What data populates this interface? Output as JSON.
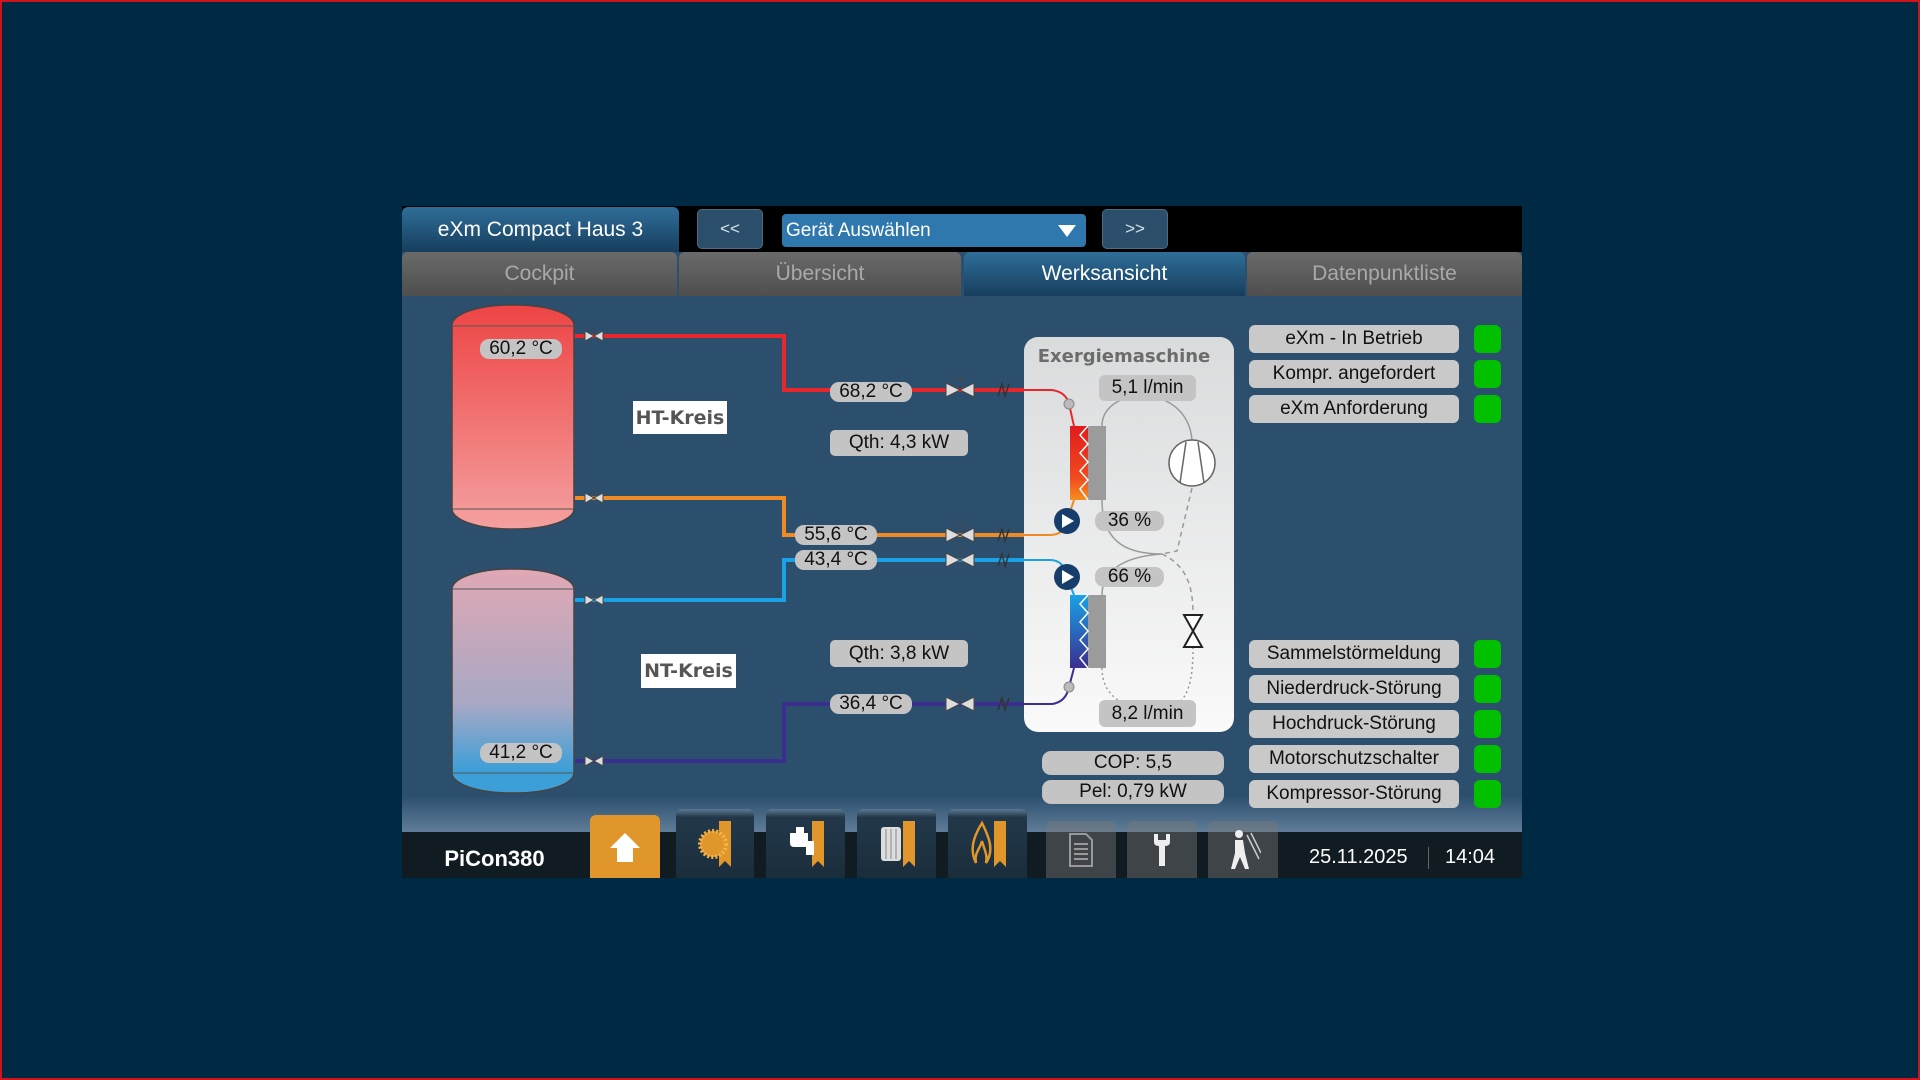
{
  "header": {
    "title": "eXm Compact Haus 3",
    "prev_label": "<<",
    "next_label": ">>",
    "device_select": "Gerät Auswählen"
  },
  "tabs": [
    {
      "label": "Cockpit",
      "active": false
    },
    {
      "label": "Übersicht",
      "active": false
    },
    {
      "label": "Werksansicht",
      "active": true
    },
    {
      "label": "Datenpunktliste",
      "active": false
    }
  ],
  "diagram": {
    "ht_tank_temp": "60,2 °C",
    "nt_tank_temp": "41,2 °C",
    "ht_circuit_label": "HT-Kreis",
    "nt_circuit_label": "NT-Kreis",
    "ht_flow_temp": "68,2 °C",
    "ht_return_temp": "55,6 °C",
    "nt_flow_temp": "43,4 °C",
    "nt_return_temp": "36,4 °C",
    "ht_power": "Qth: 4,3 kW",
    "nt_power": "Qth: 3,8 kW",
    "pipe_colors": {
      "ht_flow": "#e8262b",
      "ht_return": "#f08a24",
      "nt_flow": "#19a3e6",
      "nt_return": "#3a2f8f"
    }
  },
  "machine": {
    "title": "Exergiemaschine",
    "flow_top": "5,1 l/min",
    "pump_ht": "36 %",
    "pump_nt": "66 %",
    "flow_bottom": "8,2 l/min",
    "cop": "COP: 5,5",
    "pel": "Pel: 0,79 kW"
  },
  "status_top": [
    {
      "label": "eXm - In Betrieb",
      "color": "#00c000"
    },
    {
      "label": "Kompr. angefordert",
      "color": "#00c000"
    },
    {
      "label": "eXm Anforderung",
      "color": "#00c000"
    }
  ],
  "status_bottom": [
    {
      "label": "Sammelstörmeldung",
      "color": "#00c000"
    },
    {
      "label": "Niederdruck-Störung",
      "color": "#00c000"
    },
    {
      "label": "Hochdruck-Störung",
      "color": "#00c000"
    },
    {
      "label": "Motorschutzschalter",
      "color": "#00c000"
    },
    {
      "label": "Kompressor-Störung",
      "color": "#00c000"
    }
  ],
  "footer": {
    "brand": "PiCon380",
    "nav_icons": [
      "home-icon",
      "solar-icon",
      "tap-water-icon",
      "radiator-icon",
      "flame-icon",
      "document-icon",
      "wrench-icon",
      "chimney-sweep-icon"
    ],
    "date": "25.11.2025",
    "time": "14:04",
    "accent": "#e0962a"
  }
}
